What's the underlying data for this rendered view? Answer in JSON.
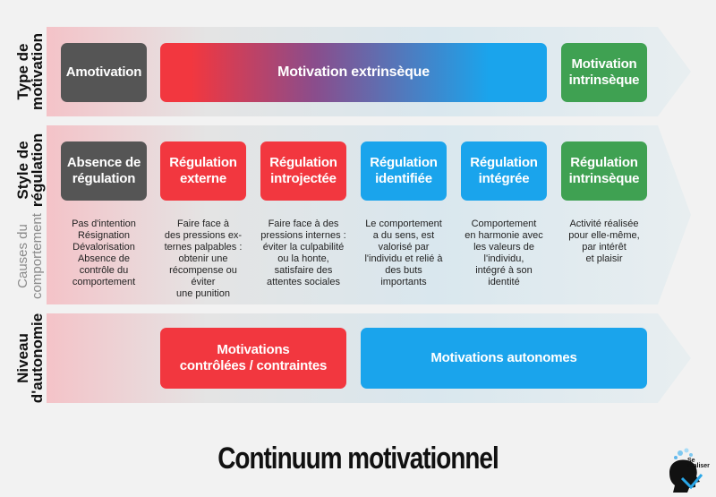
{
  "rows": {
    "type_label": "Type de\nmotivation",
    "style_label": "Style de\nrégulation",
    "causes_label": "Causes du\ncomportement",
    "autonomy_label": "Niveau\nd'autonomie"
  },
  "type_boxes": {
    "amotivation": "Amotivation",
    "extrinsic": "Motivation extrinsèque",
    "intrinsic": "Motivation\nintrinsèque"
  },
  "regulation_boxes": [
    {
      "label": "Absence de\nrégulation",
      "desc": "Pas d'intention\nRésignation\nDévalorisation\nAbsence de\ncontrôle du\ncomportement"
    },
    {
      "label": "Régulation\nexterne",
      "desc": "Faire face à\ndes pressions ex-\nternes palpables :\nobtenir une\nrécompense ou\néviter\nune punition"
    },
    {
      "label": "Régulation\nintrojectée",
      "desc": "Faire face à des\npressions internes :\néviter la culpabilité\nou la honte,\nsatisfaire des\nattentes sociales"
    },
    {
      "label": "Régulation\nidentifiée",
      "desc": "Le comportement\na du sens, est\nvalorisé par\nl'individu et relié à\ndes buts\nimportants"
    },
    {
      "label": "Régulation\nintégrée",
      "desc": "Comportement\nen harmonie avec\nles valeurs de\nl'individu,\nintégré à son\nidentité"
    },
    {
      "label": "Régulation\nintrinsèque",
      "desc": "Activité réalisée\npour elle-même,\npar intérêt\net plaisir"
    }
  ],
  "autonomy_boxes": {
    "controlled": "Motivations\ncontrôlées / contraintes",
    "autonomous": "Motivations autonomes"
  },
  "title": "Continuum motivationnel",
  "logo_text": "Se\nréaliser",
  "colors": {
    "dark": "#555555",
    "red": "#f2373f",
    "blue": "#1aa4ec",
    "green": "#3fa152",
    "band_left": "#f2c4c8",
    "band_mid": "#e6e6e6",
    "band_right": "#cde9f4"
  }
}
